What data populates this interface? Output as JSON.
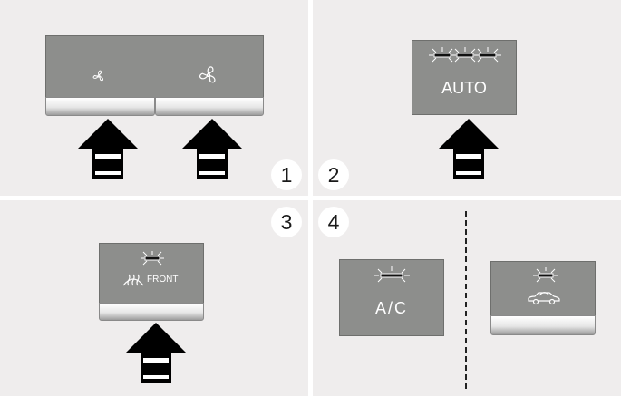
{
  "panels": {
    "p1": {
      "number": "1",
      "left_icon": "fan-low-icon",
      "right_icon": "fan-high-icon"
    },
    "p2": {
      "number": "2",
      "label": "AUTO",
      "indicator": "indicator-light-icon"
    },
    "p3": {
      "number": "3",
      "label": "FRONT",
      "icon": "front-defrost-icon"
    },
    "p4": {
      "number": "4",
      "ac_label": "A/C",
      "car_icon": "recirculation-car-icon"
    }
  },
  "colors": {
    "panel": "#8d8e8c",
    "background": "#efeded",
    "arrow": "#000000"
  }
}
